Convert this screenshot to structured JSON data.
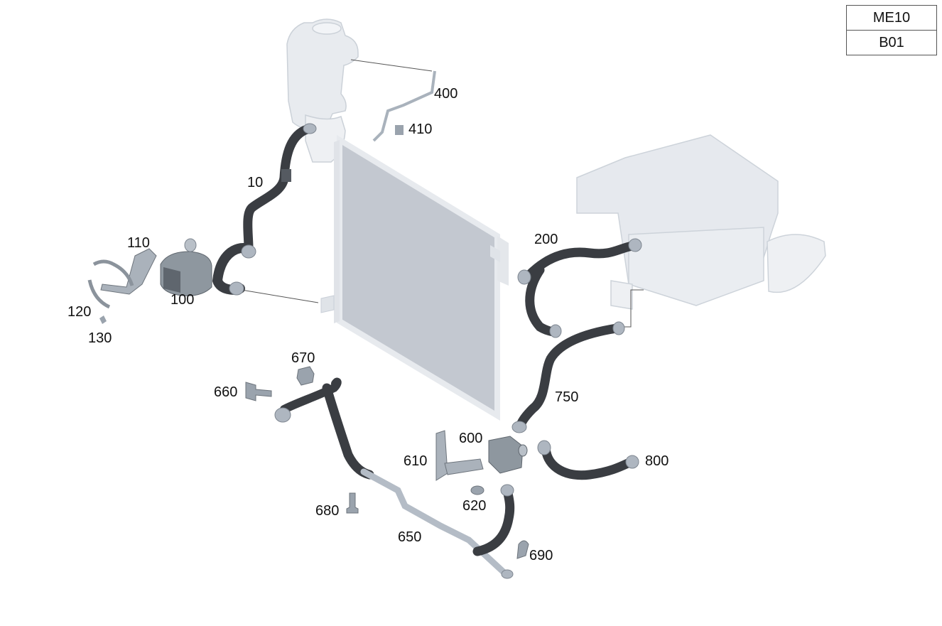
{
  "reference": {
    "model": "ME10",
    "group": "B01"
  },
  "parts": [
    {
      "id": "p400",
      "number": "400"
    },
    {
      "id": "p410",
      "number": "410"
    },
    {
      "id": "p10",
      "number": "10"
    },
    {
      "id": "p110",
      "number": "110"
    },
    {
      "id": "p100",
      "number": "100"
    },
    {
      "id": "p120",
      "number": "120"
    },
    {
      "id": "p130",
      "number": "130"
    },
    {
      "id": "p200",
      "number": "200"
    },
    {
      "id": "p670",
      "number": "670"
    },
    {
      "id": "p660",
      "number": "660"
    },
    {
      "id": "p750",
      "number": "750"
    },
    {
      "id": "p600",
      "number": "600"
    },
    {
      "id": "p610",
      "number": "610"
    },
    {
      "id": "p800",
      "number": "800"
    },
    {
      "id": "p620",
      "number": "620"
    },
    {
      "id": "p680",
      "number": "680"
    },
    {
      "id": "p650",
      "number": "650"
    },
    {
      "id": "p690",
      "number": "690"
    }
  ],
  "colors": {
    "hose": "#3a3d42",
    "hose_highlight": "#6d7178",
    "fitting": "#9aa3ad",
    "ghost_part": "#e6e9ee",
    "ghost_edge": "#c9cfd7",
    "metal_pipe": "#b4bcc6"
  }
}
